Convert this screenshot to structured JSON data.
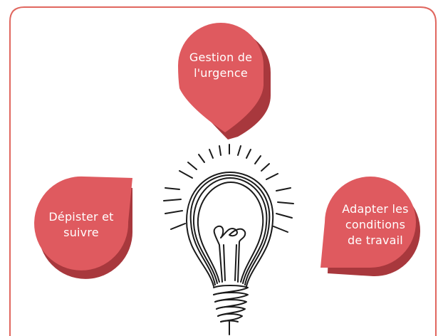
{
  "colors": {
    "frame_stroke": "#e0675f",
    "drop_fill": "#df5a5f",
    "drop_shadow": "#a8383d",
    "bulb_ink": "#1a1a1a",
    "label_text": "#ffffff"
  },
  "icons": {
    "center": "lightbulb-icon"
  },
  "drops": {
    "top": {
      "line1": "Gestion de",
      "line2": "l'urgence"
    },
    "left": {
      "line1": "Dépister et",
      "line2": "suivre"
    },
    "right": {
      "line1": "Adapter les",
      "line2": "conditions",
      "line3": "de travail"
    }
  }
}
